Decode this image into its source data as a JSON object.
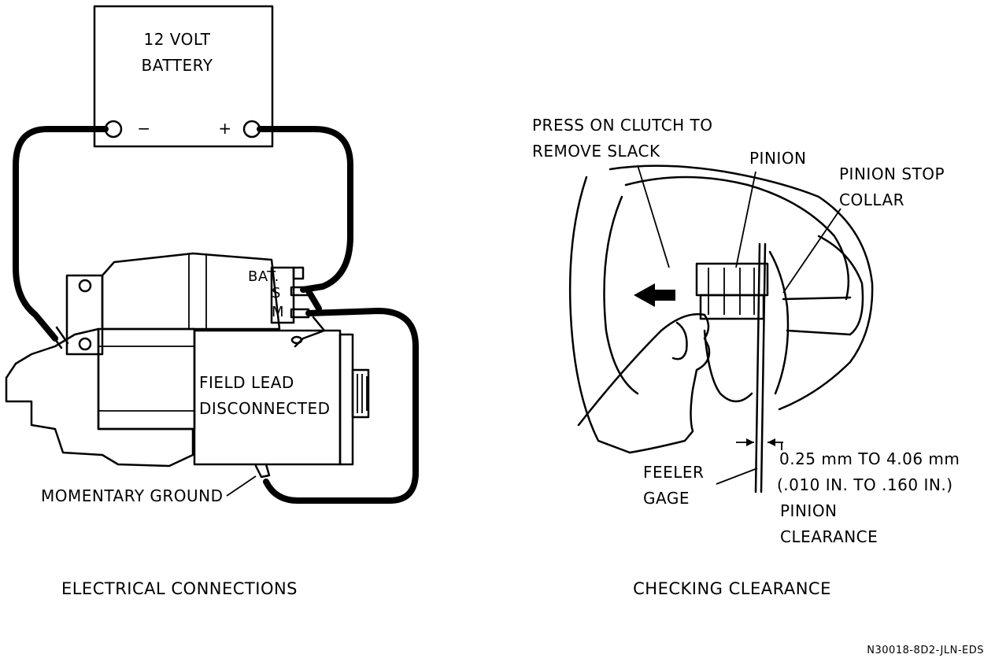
{
  "battery": {
    "line1": "12 VOLT",
    "line2": "BATTERY",
    "neg": "−",
    "pos": "+"
  },
  "solenoid": {
    "bat": "BAT.",
    "s": "S",
    "m": "M"
  },
  "left_labels": {
    "field_lead_1": "FIELD LEAD",
    "field_lead_2": "DISCONNECTED",
    "momentary_ground": "MOMENTARY GROUND"
  },
  "right_labels": {
    "press_1": "PRESS ON CLUTCH TO",
    "press_2": "REMOVE SLACK",
    "pinion": "PINION",
    "stop_1": "PINION STOP",
    "stop_2": "COLLAR",
    "feeler_1": "FEELER",
    "feeler_2": "GAGE",
    "measure_1": "0.25 mm TO 4.06 mm",
    "measure_2": "(.010 IN. TO .160 IN.)",
    "measure_3": "PINION",
    "measure_4": "CLEARANCE"
  },
  "captions": {
    "left": "ELECTRICAL CONNECTIONS",
    "right": "CHECKING CLEARANCE"
  },
  "figure_id": "N30018-8D2-JLN-EDS"
}
